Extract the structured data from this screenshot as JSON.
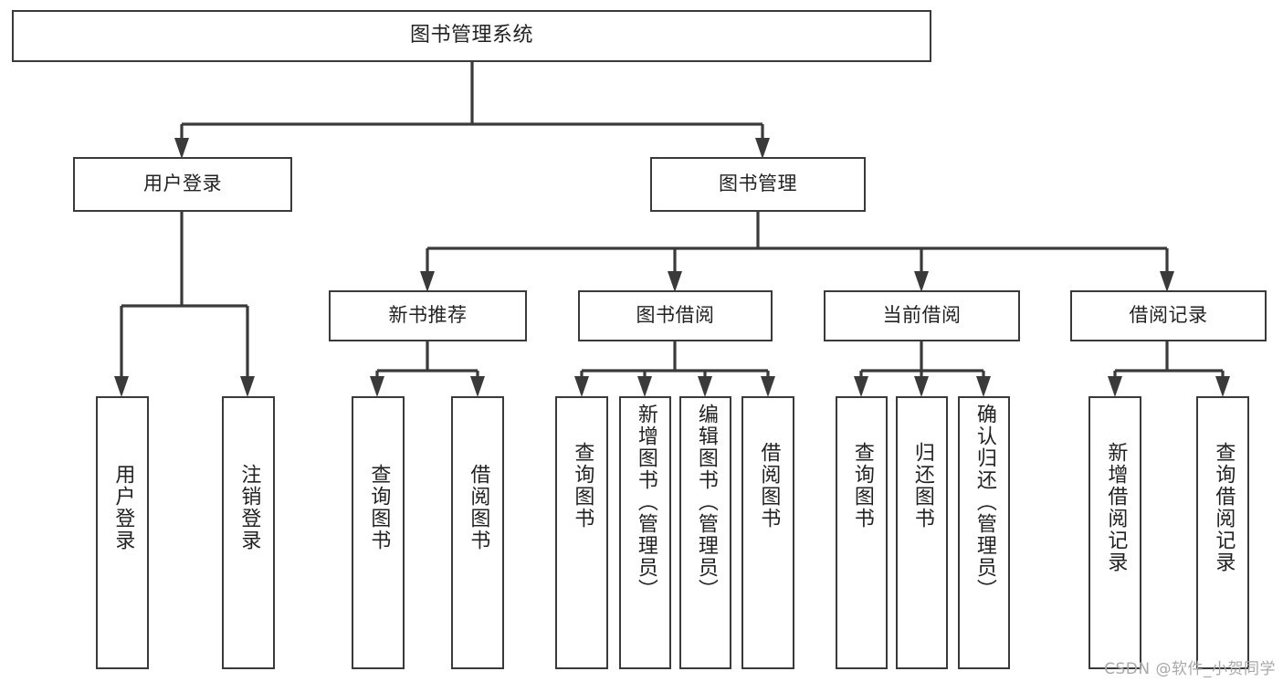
{
  "diagram": {
    "type": "tree-hierarchy-chart",
    "title": "图书管理系统",
    "colors": {
      "box_border": "#3a3a3a",
      "box_fill": "#ffffff",
      "connector": "#3a3a3a",
      "text": "#222222",
      "watermark": "#a8a8a8",
      "background": "#ffffff"
    },
    "root": {
      "label": "图书管理系统"
    },
    "level2": [
      {
        "label": "用户登录"
      },
      {
        "label": "图书管理"
      }
    ],
    "level3": [
      {
        "label": "新书推荐"
      },
      {
        "label": "图书借阅"
      },
      {
        "label": "当前借阅"
      },
      {
        "label": "借阅记录"
      }
    ],
    "leaves": [
      {
        "label": "用户登录"
      },
      {
        "label": "注销登录"
      },
      {
        "label": "查询图书"
      },
      {
        "label": "借阅图书"
      },
      {
        "label": "查询图书"
      },
      {
        "label": "新增图书（管理员）"
      },
      {
        "label": "编辑图书（管理员）"
      },
      {
        "label": "借阅图书"
      },
      {
        "label": "查询图书"
      },
      {
        "label": "归还图书"
      },
      {
        "label": "确认归还（管理员）"
      },
      {
        "label": "新增借阅记录"
      },
      {
        "label": "查询借阅记录"
      }
    ],
    "watermark": "CSDN @软件_小贺同学"
  }
}
